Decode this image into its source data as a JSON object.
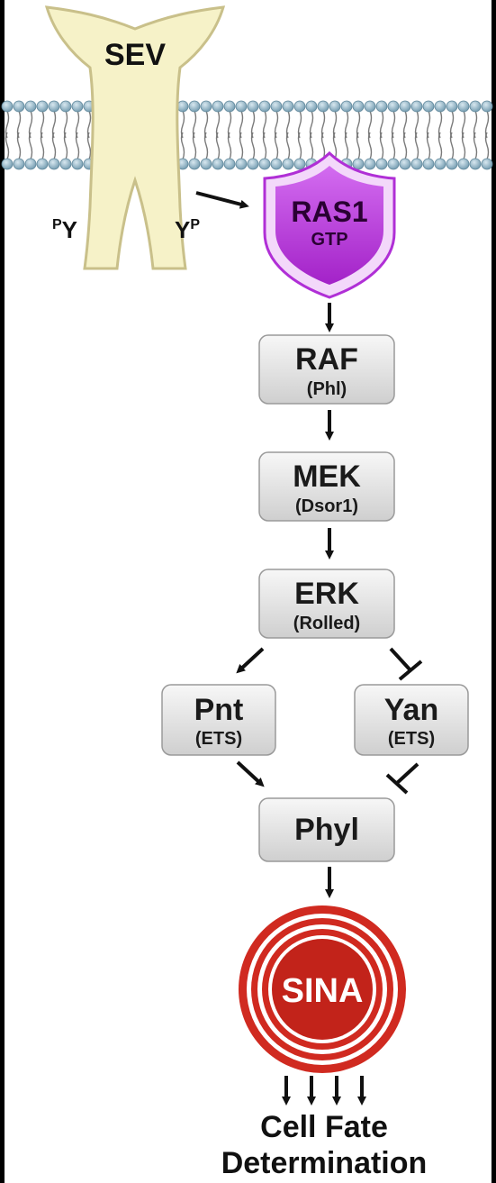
{
  "receptor": {
    "label": "SEV",
    "py_left": "Y",
    "py_left_sup": "P",
    "py_right": "Y",
    "py_right_sup": "P"
  },
  "ras": {
    "label": "RAS1",
    "sub": "GTP",
    "color": "#b02fd6"
  },
  "nodes": {
    "raf": {
      "label": "RAF",
      "sub": "(Phl)"
    },
    "mek": {
      "label": "MEK",
      "sub": "(Dsor1)"
    },
    "erk": {
      "label": "ERK",
      "sub": "(Rolled)"
    },
    "pnt": {
      "label": "Pnt",
      "sub": "(ETS)"
    },
    "yan": {
      "label": "Yan",
      "sub": "(ETS)"
    },
    "phyl": {
      "label": "Phyl"
    }
  },
  "sina": {
    "label": "SINA",
    "color": "#d02a20"
  },
  "outcome": {
    "line1": "Cell Fate",
    "line2": "Determination"
  },
  "colors": {
    "receptor_fill": "#f6f2c8",
    "node_fill": "#e6e6e6",
    "membrane_head": "#8fb6c8"
  }
}
